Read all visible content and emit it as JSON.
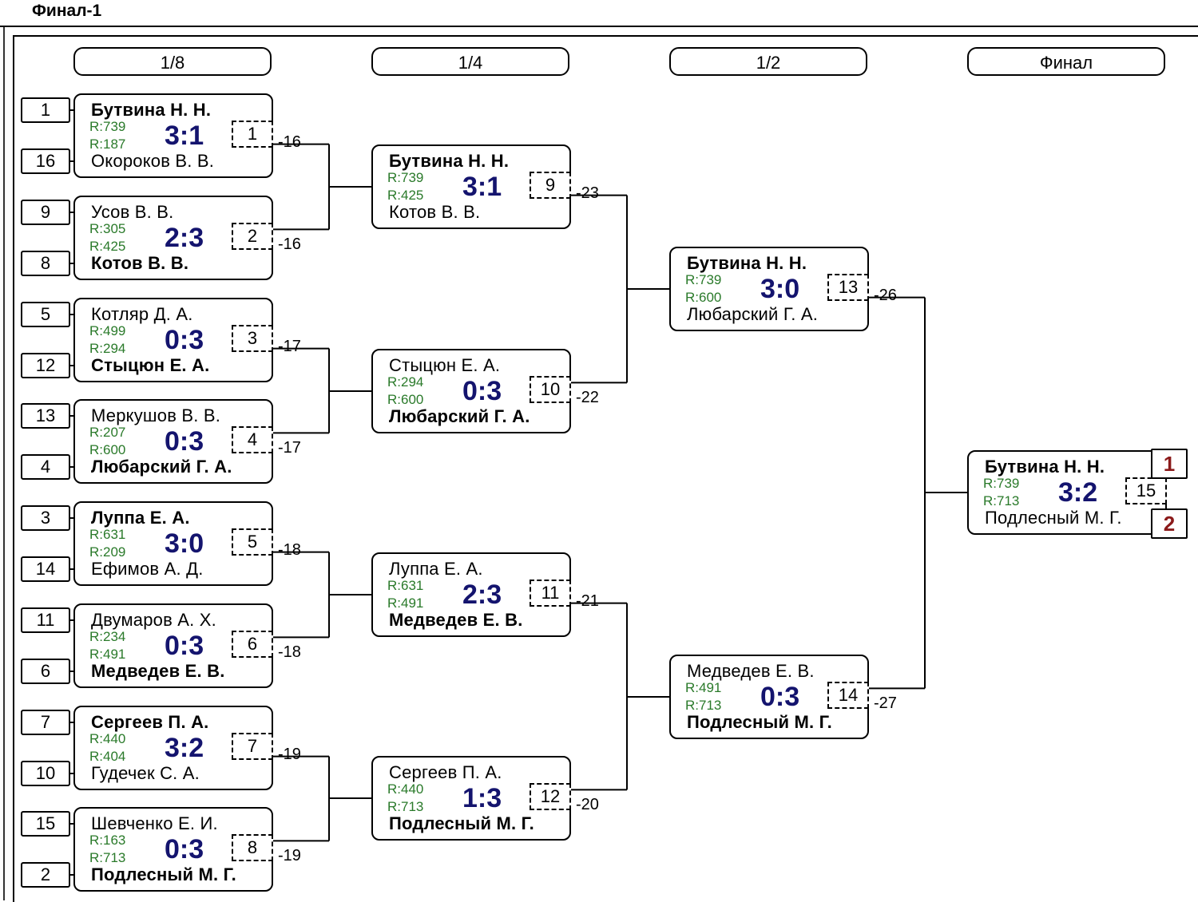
{
  "window": {
    "title": "Финал-1"
  },
  "rounds": [
    "1/8",
    "1/4",
    "1/2",
    "Финал"
  ],
  "seeds": [
    "1",
    "16",
    "9",
    "8",
    "5",
    "12",
    "13",
    "4",
    "3",
    "14",
    "11",
    "6",
    "7",
    "10",
    "15",
    "2"
  ],
  "matches": [
    {
      "num": "1",
      "top": "Бутвина Н. Н.",
      "r1": "R:739",
      "r2": "R:187",
      "bottom": "Окороков В. В.",
      "score": "3:1",
      "winner": "top",
      "loser_ref": "-16"
    },
    {
      "num": "2",
      "top": "Усов В. В.",
      "r1": "R:305",
      "r2": "R:425",
      "bottom": "Котов В. В.",
      "score": "2:3",
      "winner": "bottom",
      "loser_ref": "-16"
    },
    {
      "num": "3",
      "top": "Котляр Д. А.",
      "r1": "R:499",
      "r2": "R:294",
      "bottom": "Стыцюн Е. А.",
      "score": "0:3",
      "winner": "bottom",
      "loser_ref": "-17"
    },
    {
      "num": "4",
      "top": "Меркушов В. В.",
      "r1": "R:207",
      "r2": "R:600",
      "bottom": "Любарский Г. А.",
      "score": "0:3",
      "winner": "bottom",
      "loser_ref": "-17"
    },
    {
      "num": "5",
      "top": "Луппа Е. А.",
      "r1": "R:631",
      "r2": "R:209",
      "bottom": "Ефимов А. Д.",
      "score": "3:0",
      "winner": "top",
      "loser_ref": "-18"
    },
    {
      "num": "6",
      "top": "Двумаров А. Х.",
      "r1": "R:234",
      "r2": "R:491",
      "bottom": "Медведев Е. В.",
      "score": "0:3",
      "winner": "bottom",
      "loser_ref": "-18"
    },
    {
      "num": "7",
      "top": "Сергеев П. А.",
      "r1": "R:440",
      "r2": "R:404",
      "bottom": "Гудечек С. А.",
      "score": "3:2",
      "winner": "top",
      "loser_ref": "-19"
    },
    {
      "num": "8",
      "top": "Шевченко Е. И.",
      "r1": "R:163",
      "r2": "R:713",
      "bottom": "Подлесный М. Г.",
      "score": "0:3",
      "winner": "bottom",
      "loser_ref": "-19"
    },
    {
      "num": "9",
      "top": "Бутвина Н. Н.",
      "r1": "R:739",
      "r2": "R:425",
      "bottom": "Котов В. В.",
      "score": "3:1",
      "winner": "top",
      "loser_ref": "-23"
    },
    {
      "num": "10",
      "top": "Стыцюн Е. А.",
      "r1": "R:294",
      "r2": "R:600",
      "bottom": "Любарский Г. А.",
      "score": "0:3",
      "winner": "bottom",
      "loser_ref": "-22"
    },
    {
      "num": "11",
      "top": "Луппа Е. А.",
      "r1": "R:631",
      "r2": "R:491",
      "bottom": "Медведев Е. В.",
      "score": "2:3",
      "winner": "bottom",
      "loser_ref": "-21"
    },
    {
      "num": "12",
      "top": "Сергеев П. А.",
      "r1": "R:440",
      "r2": "R:713",
      "bottom": "Подлесный М. Г.",
      "score": "1:3",
      "winner": "bottom",
      "loser_ref": "-20"
    },
    {
      "num": "13",
      "top": "Бутвина Н. Н.",
      "r1": "R:739",
      "r2": "R:600",
      "bottom": "Любарский Г. А.",
      "score": "3:0",
      "winner": "top",
      "loser_ref": "-26"
    },
    {
      "num": "14",
      "top": "Медведев Е. В.",
      "r1": "R:491",
      "r2": "R:713",
      "bottom": "Подлесный М. Г.",
      "score": "0:3",
      "winner": "bottom",
      "loser_ref": "-27"
    },
    {
      "num": "15",
      "top": "Бутвина Н. Н.",
      "r1": "R:739",
      "r2": "R:713",
      "bottom": "Подлесный М. Г.",
      "score": "3:2",
      "winner": "top",
      "loser_ref": ""
    }
  ],
  "places": [
    "1",
    "2"
  ],
  "colors": {
    "rating": "#2a7a2a",
    "score": "#14146e",
    "place": "#8b1a1a"
  }
}
